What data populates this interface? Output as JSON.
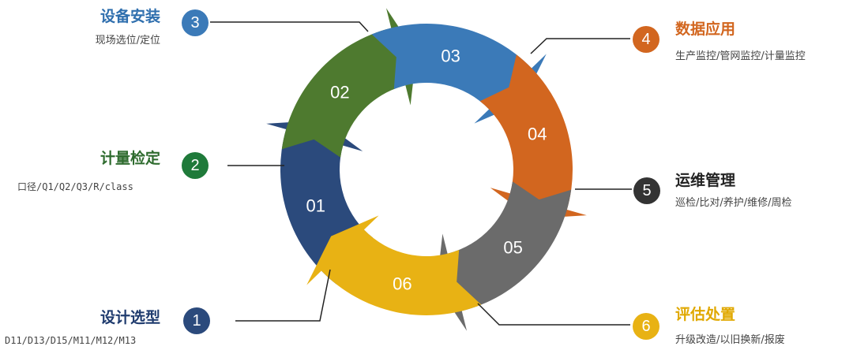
{
  "stages": [
    {
      "num": "1",
      "seg": "01",
      "title": "设计选型",
      "sub": "D11/D13/D15/M11/M12/M13",
      "color": "#2b4a7c"
    },
    {
      "num": "2",
      "seg": "02",
      "title": "计量检定",
      "sub": "口径/Q1/Q2/Q3/R/class",
      "color": "#4e7a2f"
    },
    {
      "num": "3",
      "seg": "03",
      "title": "设备安装",
      "sub": "现场选位/定位",
      "color": "#3b7ab8"
    },
    {
      "num": "4",
      "seg": "04",
      "title": "数据应用",
      "sub": "生产监控/管网监控/计量监控",
      "color": "#d2661f"
    },
    {
      "num": "5",
      "seg": "05",
      "title": "运维管理",
      "sub": "巡检/比对/养护/维修/周检",
      "color": "#6b6b6b"
    },
    {
      "num": "6",
      "seg": "06",
      "title": "评估处置",
      "sub": "升级改造/以旧换新/报废",
      "color": "#e8b214"
    }
  ],
  "colors": {
    "stage1_title": "#1f3b6e",
    "stage2_title": "#2e6b2e",
    "stage3_title": "#2f6fae",
    "stage4_title": "#d2661f",
    "stage5_title": "#222222",
    "stage6_title": "#e0a800",
    "badge1": "#2b4a7c",
    "badge2": "#1f7a3a",
    "badge3": "#3b7ab8",
    "badge4": "#d2661f",
    "badge5": "#333333",
    "badge6": "#e8b214"
  }
}
